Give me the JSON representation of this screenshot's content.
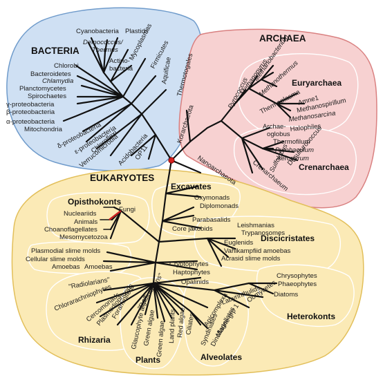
{
  "domains": {
    "bacteria": {
      "label": "BACTERIA",
      "color": "#cfe0f3",
      "stroke": "#6f9bcb"
    },
    "archaea": {
      "label": "ARCHAEA",
      "color": "#f7d1d1",
      "stroke": "#d98080"
    },
    "eukaryotes": {
      "label": "EUKARYOTES",
      "color": "#fbeab6",
      "stroke": "#e2bf5a"
    }
  },
  "root_color": "#d62020",
  "highlight_color": "#cc2222",
  "bacteria_taxa": [
    "Cyanobacteria",
    "Plastids",
    "Deinococcus/",
    "Thermus",
    "Mycoplasmas",
    "Firmicutes",
    "Actino-",
    "bacteria",
    "Aquificae",
    "Thermotogales",
    "Chlorobi",
    "Bacteroidetes",
    "Chlamydia",
    "Planctomycetes",
    "Spirochaetes",
    "γ-proteobacteria",
    "β-proteobacteria",
    "α-proteobacteria",
    "Mitochondria",
    "δ-proteobacteria",
    "ε-proteobacteria",
    "Chloroflexi",
    "Verrucomicrobia",
    "Acidobacteria",
    "OP11"
  ],
  "archaea_groups": {
    "euryarchaea": "Euryarchaea",
    "crenarchaea": "Crenarchaea"
  },
  "archaea_taxa": [
    "Korarchaeota",
    "Nanoarchaeota",
    "Pyrococcus",
    "Methanopyrus",
    "Methanobacterium",
    "Methanothermus",
    "Thermoplasma",
    "Amne1",
    "Methanospirillum",
    "Methanosarcina",
    "Halophiles",
    "Archae-",
    "oglobus",
    "Thermofilum",
    "Pyrobaculum",
    "Aeropyrum",
    "Desulfurococcus",
    "Sulfolobus",
    "Crenarchaeum"
  ],
  "eukaryote_groups": {
    "excavates": "Excavates",
    "opisthokonts": "Opisthokonts",
    "discicristates": "Discicristates",
    "heterokonts": "Heterokonts",
    "rhizaria": "Rhizaria",
    "plants": "Plants",
    "alveolates": "Alveolates"
  },
  "eukaryote_taxa": [
    "Oxymonads",
    "Diplomonads",
    "Parabasalids",
    "Core jakobids",
    "Fungi",
    "Nucleariids",
    "Animals",
    "Choanoflagellates",
    "Mesomycetozoa",
    "Leishmanias",
    "Trypanosomes",
    "Euglenids",
    "Vahlkampfiid amoebas",
    "Acrasid slime molds",
    "Plasmodial slime molds",
    "Cellular slime molds",
    "Amoebas",
    "Amoebas",
    "Cryptophytes",
    "Haptophytes",
    "Opalinids",
    "Chrysophytes",
    "Phaeophytes",
    "Diatoms",
    "Oomycetes",
    "Labyrinthulids",
    "\"Radiolarians\"",
    "Chlorarachniophytes",
    "Cercomonads",
    "Plasmodiophorids",
    "Foraminifera",
    "\"Radiolarians\"",
    "Glaucophyte algae",
    "Green algae",
    "Green algae",
    "Land plants",
    "Red algae",
    "Ciliates",
    "Apicomplexa",
    "Marine grp 1",
    "Dinoflagellates",
    "Syndiniales"
  ]
}
